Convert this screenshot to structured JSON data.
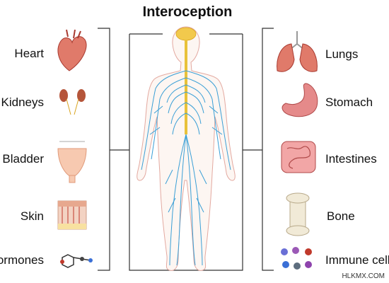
{
  "title": "Interoception",
  "left_items": [
    {
      "label": "Heart",
      "icon": "heart-icon"
    },
    {
      "label": "Kidneys",
      "icon": "kidneys-icon"
    },
    {
      "label": "Bladder",
      "icon": "bladder-icon"
    },
    {
      "label": "Skin",
      "icon": "skin-icon"
    },
    {
      "label": "Hormones",
      "icon": "hormone-molecule-icon"
    }
  ],
  "right_items": [
    {
      "label": "Lungs",
      "icon": "lungs-icon"
    },
    {
      "label": "Stomach",
      "icon": "stomach-icon"
    },
    {
      "label": "Intestines",
      "icon": "intestines-icon"
    },
    {
      "label": "Bone",
      "icon": "bone-icon"
    },
    {
      "label": "Immune cells",
      "icon": "immune-cells-icon"
    }
  ],
  "watermark": "HLKMX.COM",
  "colors": {
    "nerve": "#3a9fd6",
    "spine": "#e8c23a",
    "brain": "#f2c94c",
    "organ_red": "#d9534f",
    "bracket": "#333333"
  }
}
